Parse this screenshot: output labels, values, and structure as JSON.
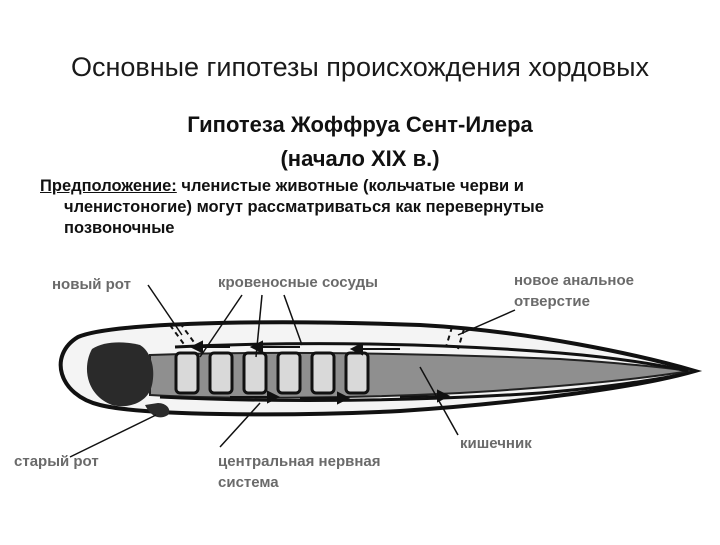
{
  "title": "Основные гипотезы происхождения хордовых",
  "subtitle": {
    "line1": "Гипотеза Жоффруа Сент-Илера",
    "line2": "(начало XIX в.)"
  },
  "statement": {
    "label": "Предположение:",
    "line1": "членистые животные (кольчатые черви и",
    "line2": "членистоногие) могут рассматриваться как перевернутые",
    "line3": "позвоночные"
  },
  "diagram": {
    "labels": {
      "new_mouth": "новый рот",
      "blood_vessels": "кровеносные сосуды",
      "new_anal_1": "новое анальное",
      "new_anal_2": "отверстие",
      "intestine": "кишечник",
      "old_mouth": "старый рот",
      "cns_1": "центральная нервная",
      "cns_2": "система"
    }
  }
}
